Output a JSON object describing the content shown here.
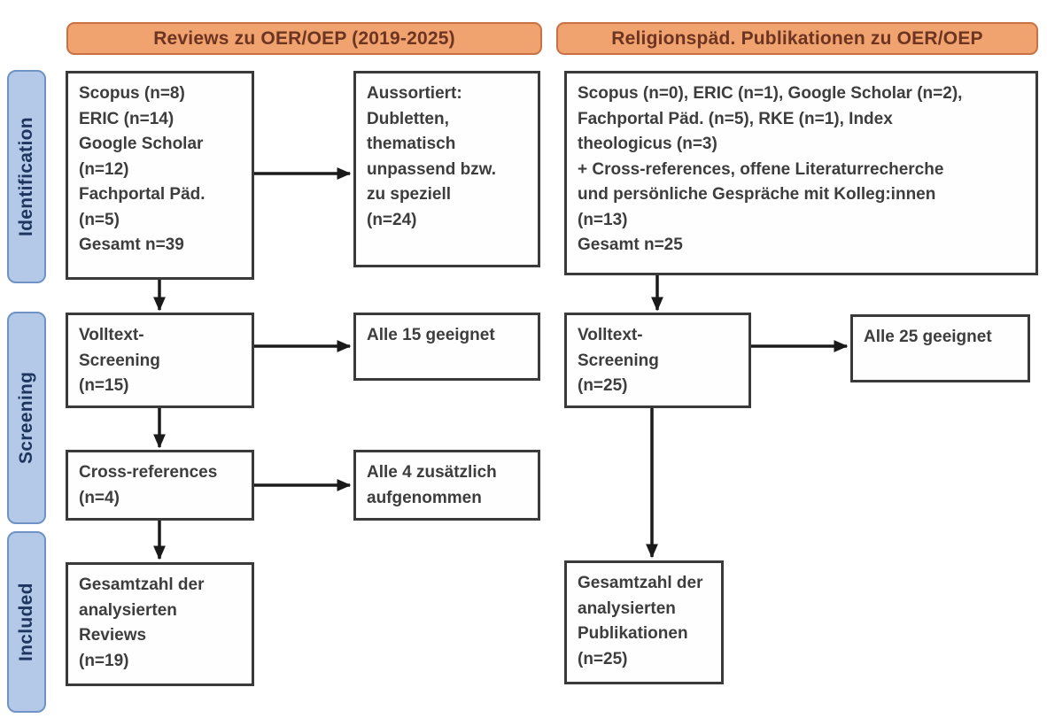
{
  "headers": {
    "left": "Reviews zu OER/OEP (2019-2025)",
    "right": "Religionspäd. Publikationen zu OER/OEP"
  },
  "stages": {
    "identification": "Identification",
    "screening": "Screening",
    "included": "Included"
  },
  "left_flow": {
    "sources": "Scopus (n=8)\nERIC (n=14)\nGoogle Scholar\n(n=12)\nFachportal Päd.\n(n=5)\nGesamt n=39",
    "excluded": "Aussortiert:\nDubletten,\nthematisch\nunpassend bzw.\nzu speziell\n(n=24)",
    "screening": "Volltext-\nScreening\n(n=15)",
    "screening_result": "Alle 15 geeignet",
    "cross_references": "Cross-references\n(n=4)",
    "cross_references_result": "Alle 4 zusätzlich\naufgenommen",
    "included_total": "Gesamtzahl der\nanalysierten\nReviews\n(n=19)"
  },
  "right_flow": {
    "sources": "Scopus (n=0), ERIC (n=1), Google Scholar (n=2),\nFachportal Päd. (n=5), RKE (n=1), Index\ntheologicus (n=3)\n+ Cross-references, offene Literaturrecherche\nund persönliche Gespräche mit Kolleg:innen\n(n=13)\nGesamt n=25",
    "screening": "Volltext-\nScreening\n(n=25)",
    "screening_result": "Alle 25 geeignet",
    "included_total": "Gesamtzahl der\nanalysierten\nPublikationen\n(n=25)"
  },
  "colors": {
    "header_fill": "#f0a26f",
    "header_border": "#c97045",
    "header_text": "#6c3421",
    "stage_fill": "#b4c9e8",
    "stage_border": "#6e93c4",
    "stage_text": "#1e355e",
    "box_border": "#3a3a3a",
    "box_text": "#3d3d3d",
    "arrow": "#1a1a1a",
    "background": "#ffffff"
  }
}
